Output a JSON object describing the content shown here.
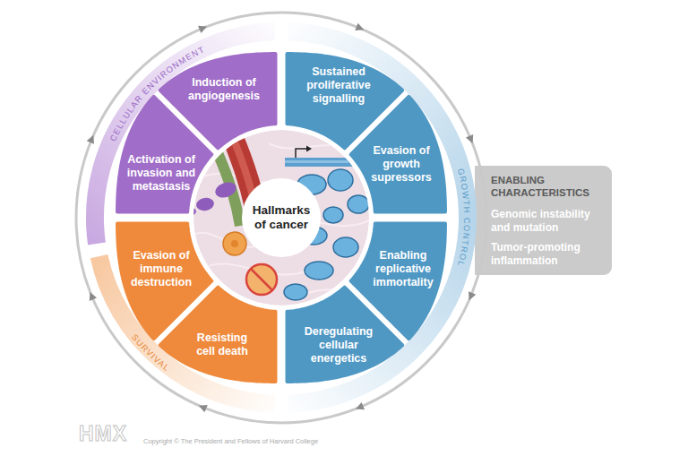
{
  "diagram": {
    "nodes": [
      {
        "text": [
          "Induction of angiogenesis"
        ]
      },
      {
        "text": [
          "Sustained proliferative signalling"
        ]
      },
      {
        "text": [
          "Evasion of growth supressors"
        ]
      },
      {
        "text": [
          "Enabling replicative immortality"
        ]
      },
      {
        "text": [
          "Deregulating cellular energetics"
        ]
      },
      {
        "text": [
          "Resisting cell death"
        ]
      },
      {
        "text": [
          "Evasion of immune destruction"
        ]
      },
      {
        "text": [
          "Activation of invasion and metastasis"
        ]
      },
      {
        "text": [
          "Hallmarks of cancer"
        ]
      },
      {
        "text": [
          "ENABLING CHARACTERISTICS",
          "Genomic instability and mutation",
          "Tumor-promoting inflammation"
        ]
      }
    ],
    "labels": [
      "CELLULAR ENVIRONMENT",
      "GROWTH CONTROL",
      "SURVIVAL",
      "HMX",
      "Copyright © The President and Fellows of Harvard College"
    ]
  }
}
